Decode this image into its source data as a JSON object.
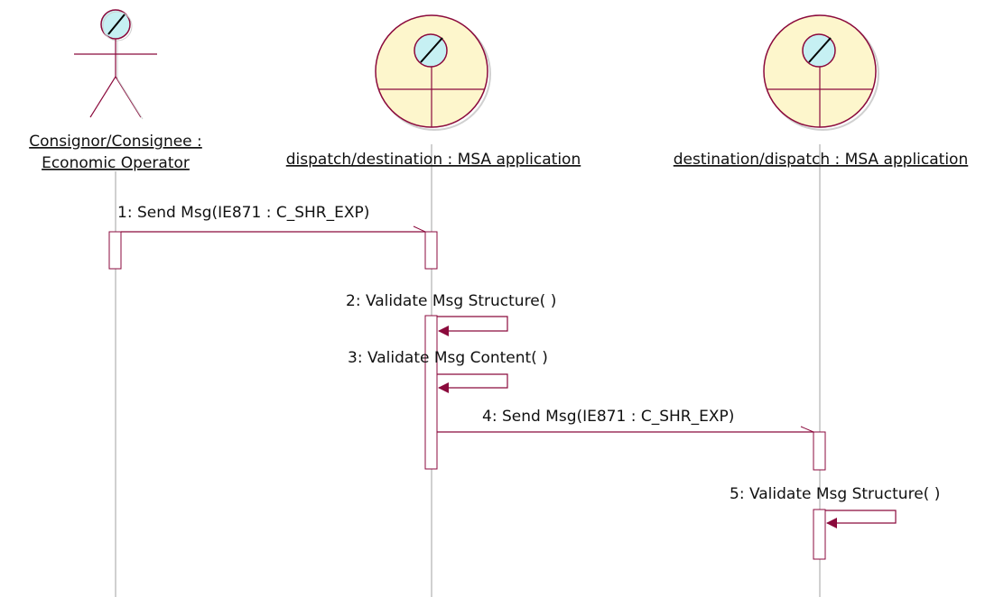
{
  "participants": [
    {
      "name_line1": "Consignor/Consignee :",
      "name_line2": "Economic Operator",
      "kind": "actor"
    },
    {
      "name": "dispatch/destination : MSA application",
      "kind": "control"
    },
    {
      "name": "destination/dispatch : MSA application",
      "kind": "control"
    }
  ],
  "messages": [
    {
      "label": "1: Send Msg(IE871 : C_SHR_EXP)"
    },
    {
      "label": "2: Validate Msg Structure( )"
    },
    {
      "label": "3: Validate Msg Content( )"
    },
    {
      "label": "4: Send Msg(IE871 : C_SHR_EXP)"
    },
    {
      "label": "5: Validate Msg Structure( )"
    }
  ],
  "colors": {
    "stroke": "#8b0a3c",
    "control_fill": "#fdf6cc",
    "head_fill": "#c6f0f3",
    "lifeline": "#a0a0a0"
  },
  "icons": [
    "actor-icon",
    "control-icon"
  ]
}
